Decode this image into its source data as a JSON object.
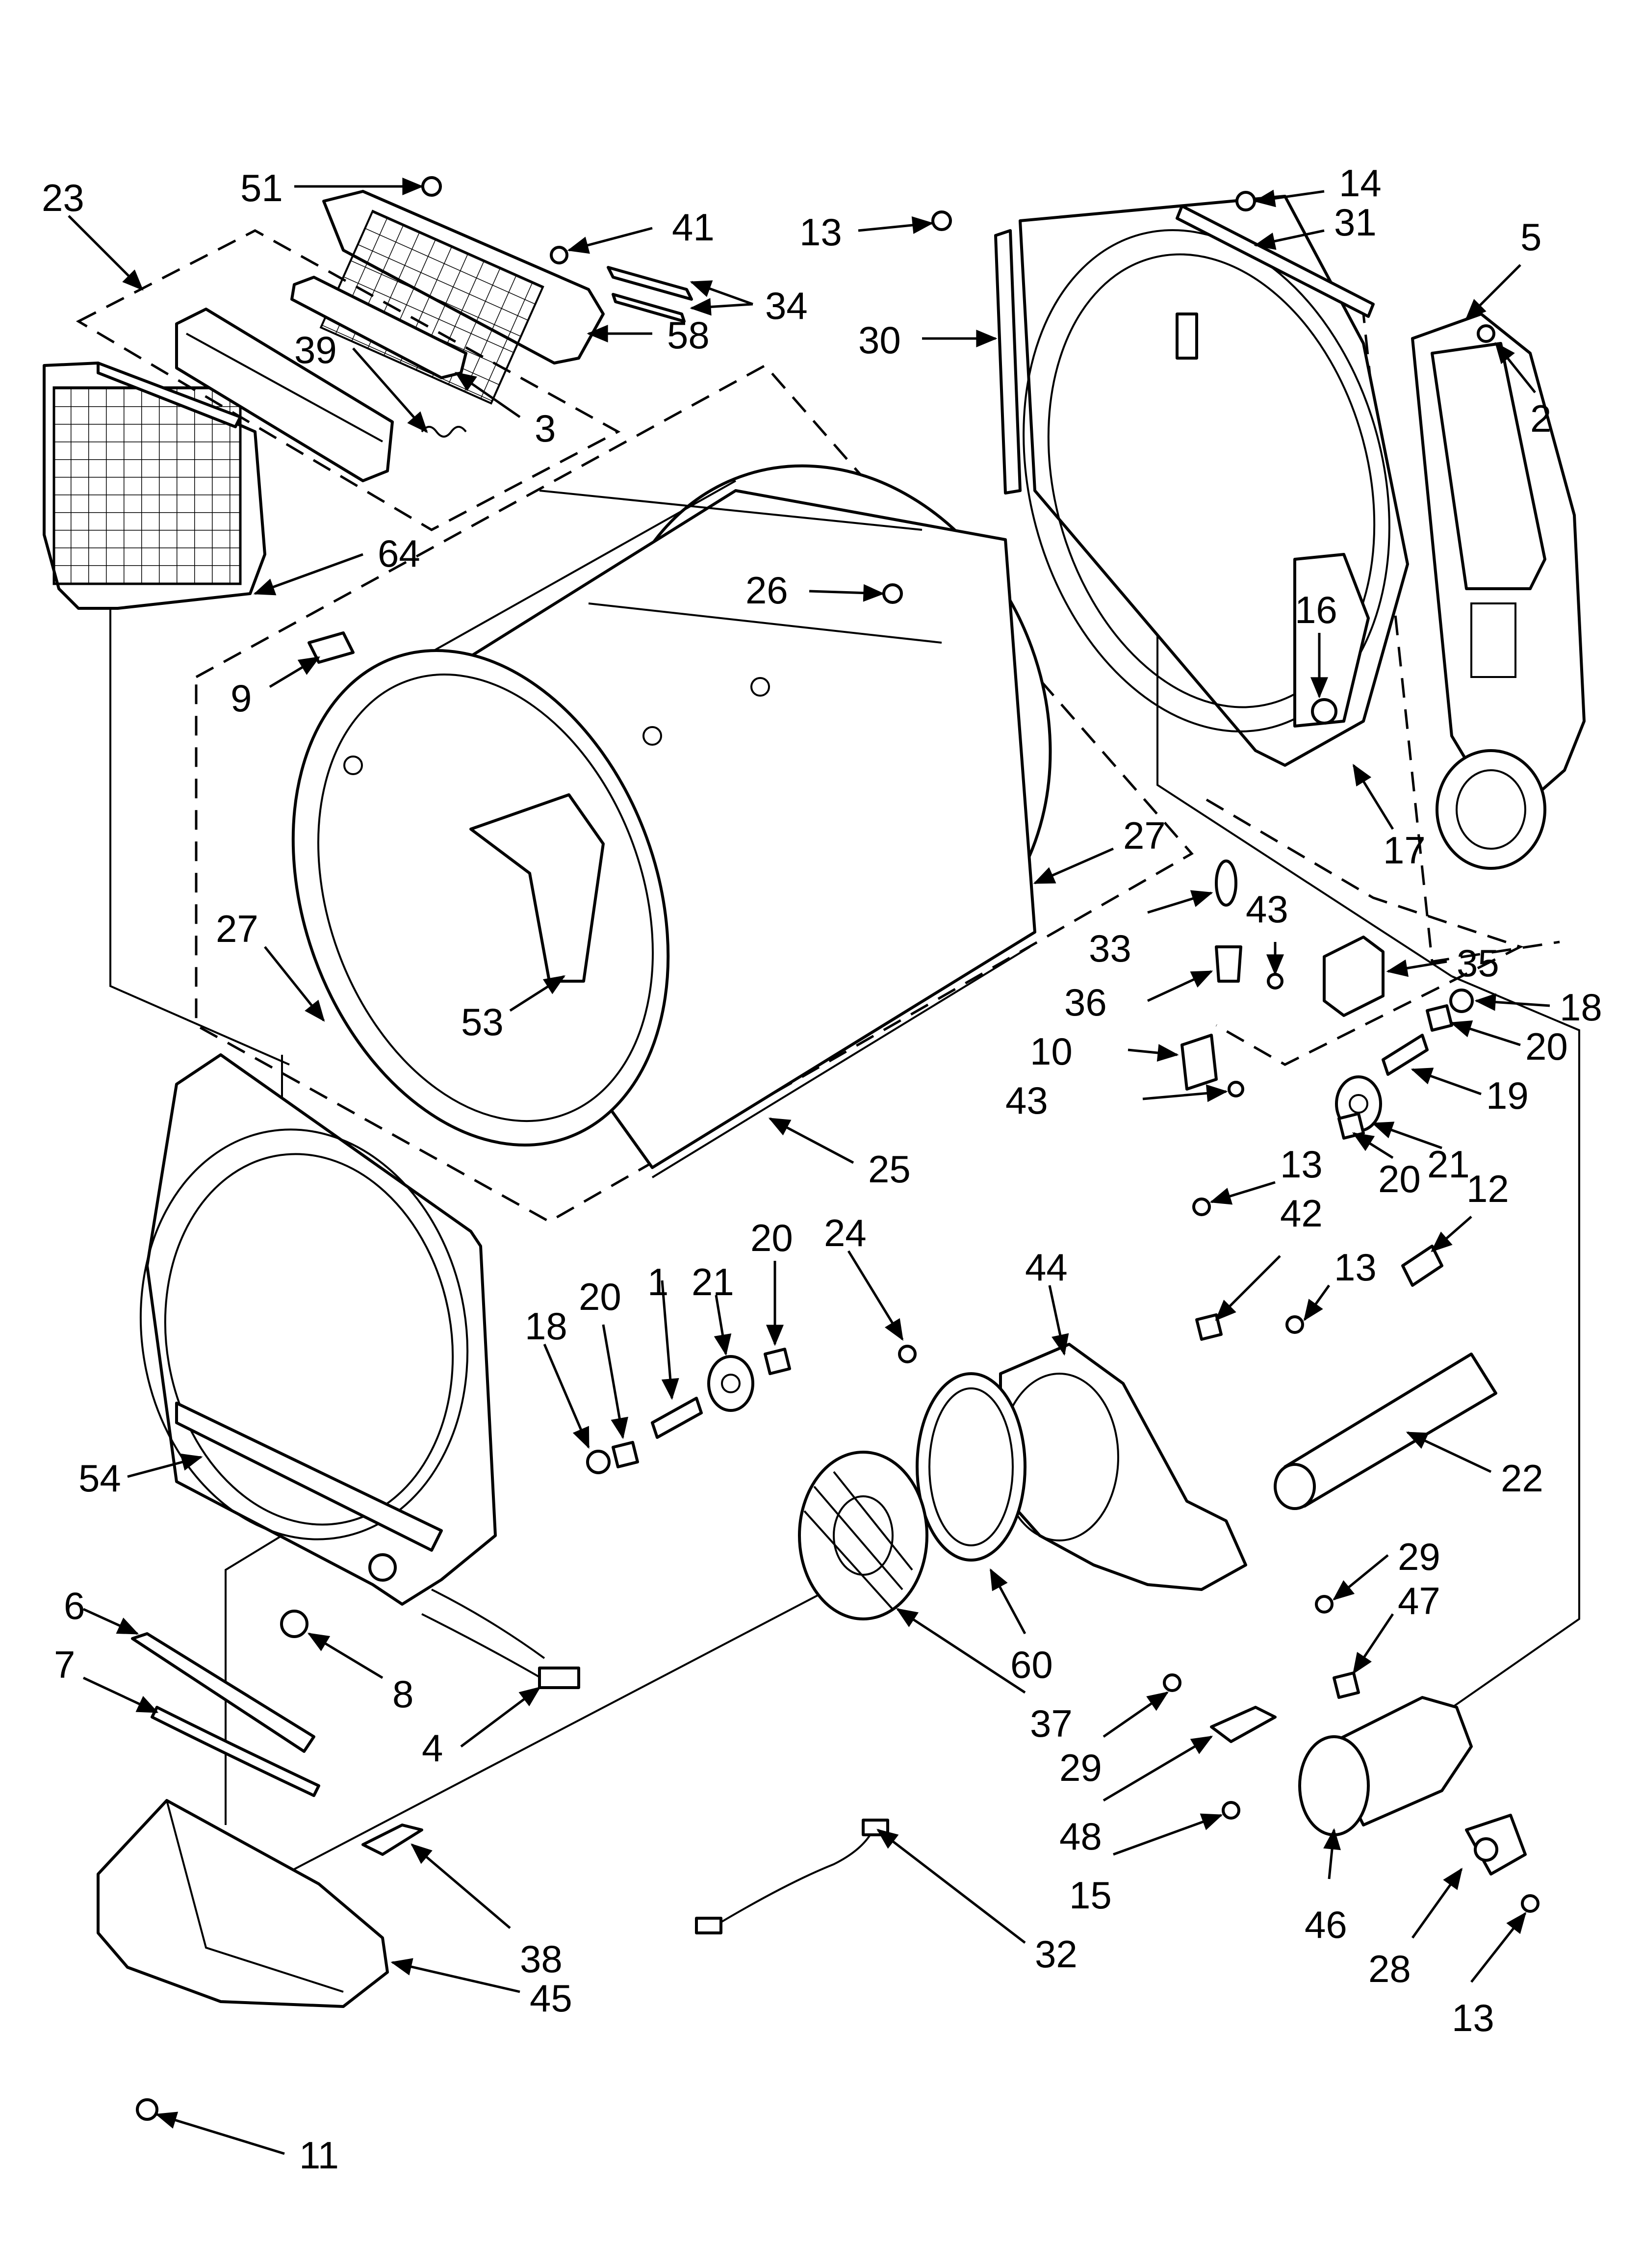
{
  "callouts": [
    {
      "id": "c51",
      "text": "51"
    },
    {
      "id": "c23",
      "text": "23"
    },
    {
      "id": "c41",
      "text": "41"
    },
    {
      "id": "c34",
      "text": "34"
    },
    {
      "id": "c39",
      "text": "39"
    },
    {
      "id": "c58",
      "text": "58"
    },
    {
      "id": "c3",
      "text": "3"
    },
    {
      "id": "c64",
      "text": "64"
    },
    {
      "id": "c9",
      "text": "9"
    },
    {
      "id": "c13a",
      "text": "13"
    },
    {
      "id": "c30",
      "text": "30"
    },
    {
      "id": "c14",
      "text": "14"
    },
    {
      "id": "c31",
      "text": "31"
    },
    {
      "id": "c5",
      "text": "5"
    },
    {
      "id": "c2",
      "text": "2"
    },
    {
      "id": "c26",
      "text": "26"
    },
    {
      "id": "c16",
      "text": "16"
    },
    {
      "id": "c17",
      "text": "17"
    },
    {
      "id": "c27a",
      "text": "27"
    },
    {
      "id": "c27b",
      "text": "27"
    },
    {
      "id": "c53",
      "text": "53"
    },
    {
      "id": "c33",
      "text": "33"
    },
    {
      "id": "c43a",
      "text": "43"
    },
    {
      "id": "c35",
      "text": "35"
    },
    {
      "id": "c18a",
      "text": "18"
    },
    {
      "id": "c36",
      "text": "36"
    },
    {
      "id": "c20a",
      "text": "20"
    },
    {
      "id": "c10",
      "text": "10"
    },
    {
      "id": "c19",
      "text": "19"
    },
    {
      "id": "c43b",
      "text": "43"
    },
    {
      "id": "c21a",
      "text": "21"
    },
    {
      "id": "c20b",
      "text": "20"
    },
    {
      "id": "c25",
      "text": "25"
    },
    {
      "id": "c24",
      "text": "24"
    },
    {
      "id": "c20c",
      "text": "20"
    },
    {
      "id": "c21b",
      "text": "21"
    },
    {
      "id": "c1",
      "text": "1"
    },
    {
      "id": "c20d",
      "text": "20"
    },
    {
      "id": "c18b",
      "text": "18"
    },
    {
      "id": "c13b",
      "text": "13"
    },
    {
      "id": "c42",
      "text": "42"
    },
    {
      "id": "c12",
      "text": "12"
    },
    {
      "id": "c44",
      "text": "44"
    },
    {
      "id": "c13c",
      "text": "13"
    },
    {
      "id": "c22",
      "text": "22"
    },
    {
      "id": "c54",
      "text": "54"
    },
    {
      "id": "c29a",
      "text": "29"
    },
    {
      "id": "c47",
      "text": "47"
    },
    {
      "id": "c60",
      "text": "60"
    },
    {
      "id": "c6",
      "text": "6"
    },
    {
      "id": "c7",
      "text": "7"
    },
    {
      "id": "c8",
      "text": "8"
    },
    {
      "id": "c4",
      "text": "4"
    },
    {
      "id": "c37",
      "text": "37"
    },
    {
      "id": "c29b",
      "text": "29"
    },
    {
      "id": "c48",
      "text": "48"
    },
    {
      "id": "c15",
      "text": "15"
    },
    {
      "id": "c46",
      "text": "46"
    },
    {
      "id": "c28",
      "text": "28"
    },
    {
      "id": "c38",
      "text": "38"
    },
    {
      "id": "c32",
      "text": "32"
    },
    {
      "id": "c45",
      "text": "45"
    },
    {
      "id": "c13d",
      "text": "13"
    },
    {
      "id": "c11",
      "text": "11"
    }
  ]
}
